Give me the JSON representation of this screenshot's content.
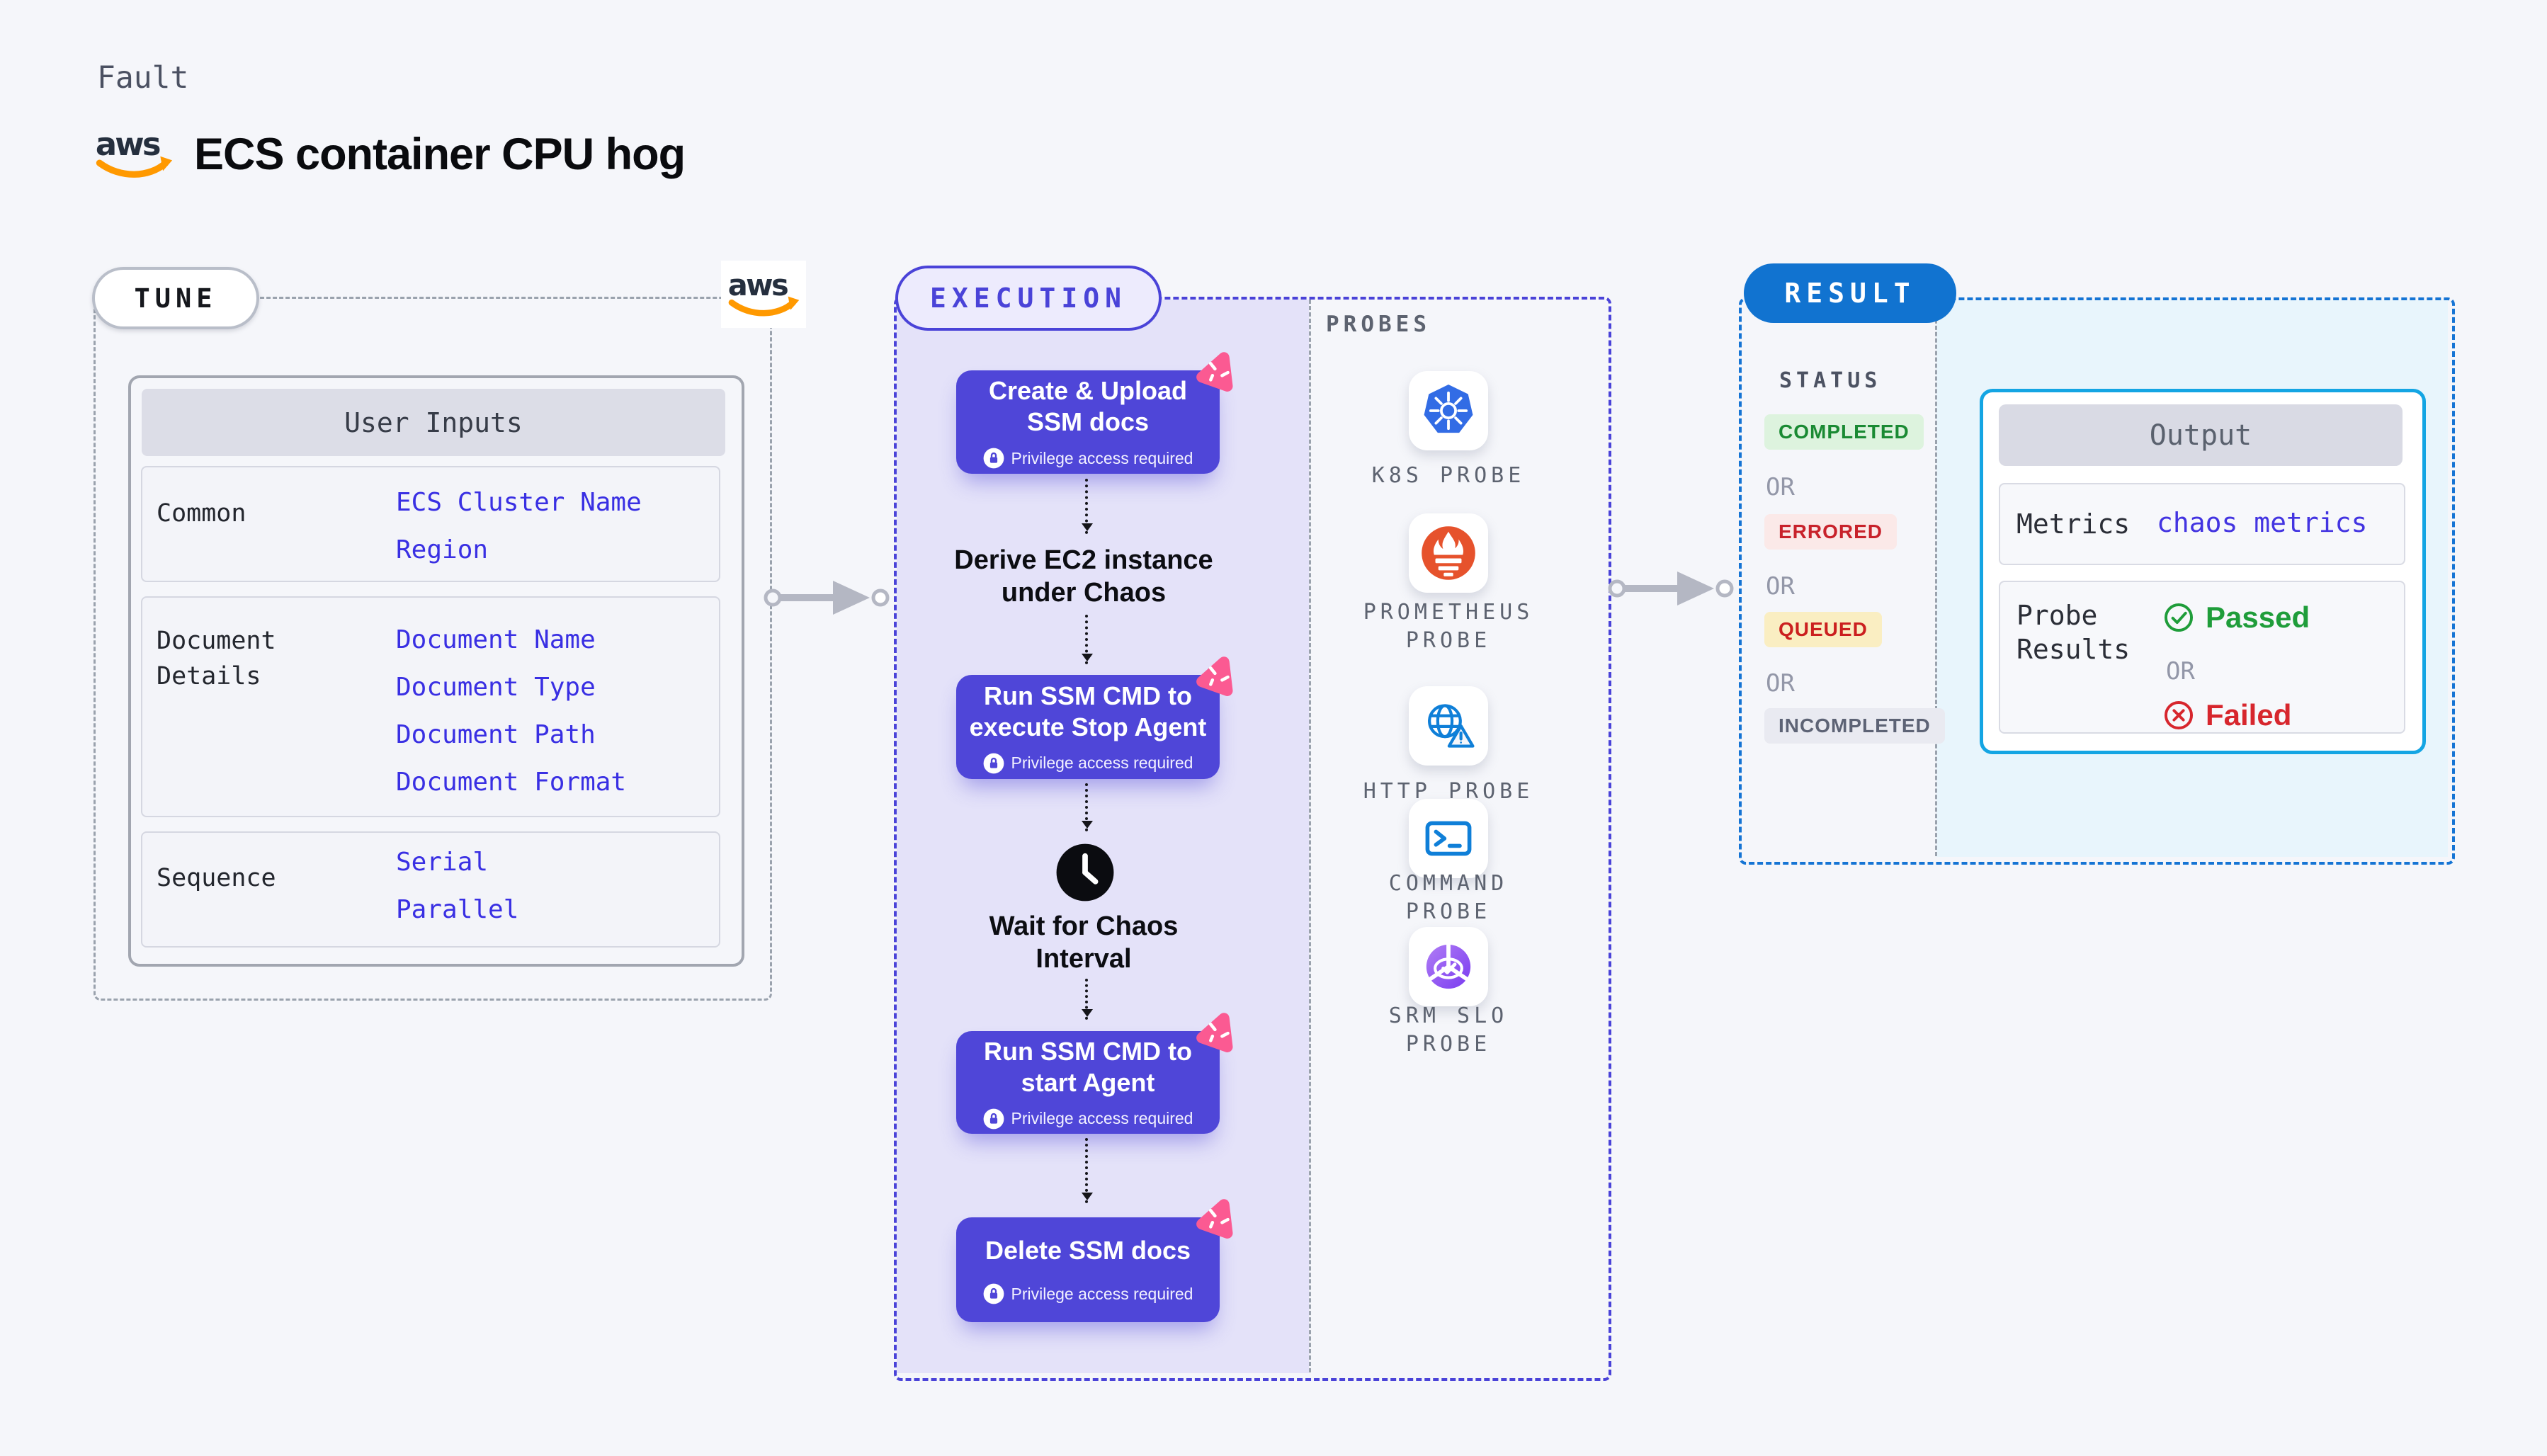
{
  "page": {
    "kicker": "Fault",
    "title": "ECS container CPU hog",
    "aws_logo_text": "aws"
  },
  "tune": {
    "badge": "TUNE",
    "table": {
      "header": "User Inputs",
      "rows": [
        {
          "label": "Common",
          "values": [
            "ECS Cluster Name",
            "Region"
          ]
        },
        {
          "label": "Document\nDetails",
          "values": [
            "Document Name",
            "Document Type",
            "Document Path",
            "Document Format"
          ]
        },
        {
          "label": "Sequence",
          "values": [
            "Serial",
            "Parallel"
          ]
        }
      ]
    }
  },
  "execution": {
    "badge": "EXECUTION",
    "privilege_note": "Privilege access required",
    "steps": [
      {
        "title": "Create & Upload\nSSM docs"
      },
      {
        "title": "Derive EC2 instance\nunder Chaos"
      },
      {
        "title": "Run SSM CMD to\nexecute Stop Agent"
      },
      {
        "title": "Wait for Chaos\nInterval"
      },
      {
        "title": "Run SSM CMD to\nstart Agent"
      },
      {
        "title": "Delete SSM docs"
      }
    ],
    "probes_label": "PROBES",
    "probes": [
      {
        "label": "K8S PROBE"
      },
      {
        "label": "PROMETHEUS\nPROBE"
      },
      {
        "label": "HTTP PROBE"
      },
      {
        "label": "COMMAND\nPROBE"
      },
      {
        "label": "SRM SLO\nPROBE"
      }
    ]
  },
  "result": {
    "badge": "RESULT",
    "status_label": "STATUS",
    "or_label": "OR",
    "statuses": [
      "COMPLETED",
      "ERRORED",
      "QUEUED",
      "INCOMPLETED"
    ],
    "output": {
      "header": "Output",
      "metrics_label": "Metrics",
      "metrics_value": "chaos metrics",
      "probe_results_label": "Probe\nResults",
      "passed": "Passed",
      "or_label": "OR",
      "failed": "Failed"
    }
  },
  "colors": {
    "page_bg": "#f5f6fa",
    "indigo": "#4a43d8",
    "block_purple": "#4f46d8",
    "lavender": "#e4e2f9",
    "link_blue": "#392fe3",
    "result_blue": "#1173d0",
    "cyan": "#14a5e3",
    "cyan_bg": "#e8f5fc",
    "green": "#1f9d3a",
    "red": "#d7262d",
    "pink": "#fb5a92",
    "aws_orange": "#ff9900",
    "k8s_blue": "#326ce5",
    "prometheus_orange": "#e6522c"
  }
}
